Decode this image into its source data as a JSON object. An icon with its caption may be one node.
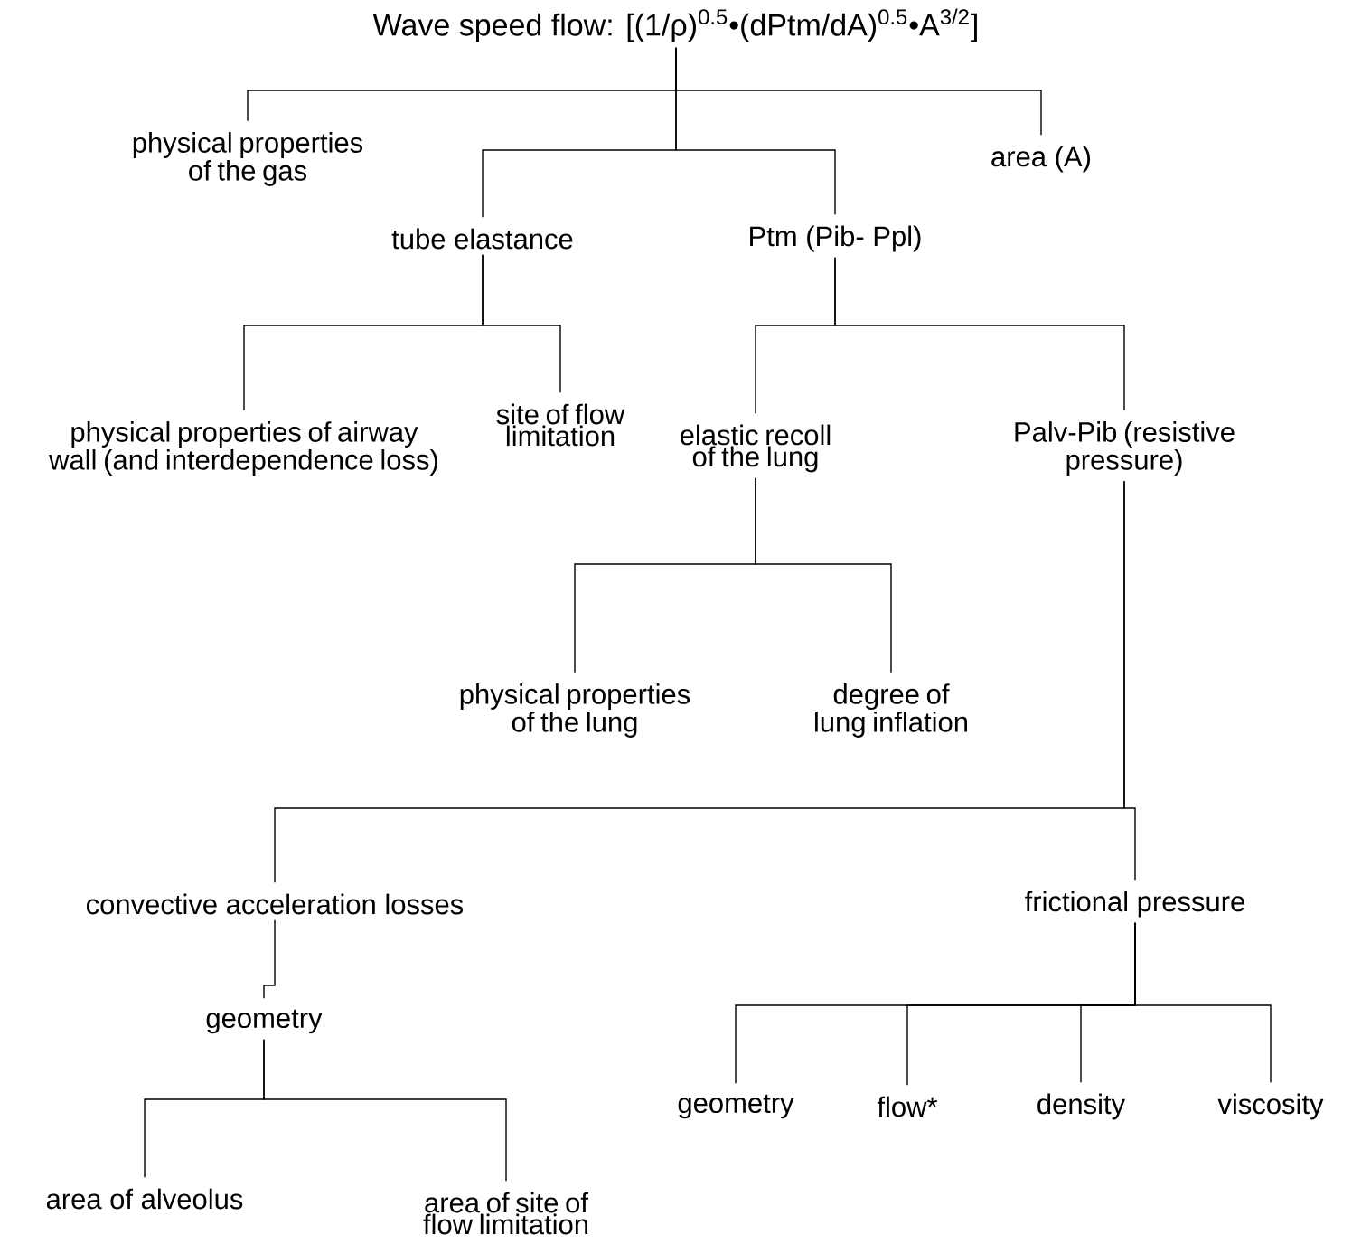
{
  "diagram": {
    "nodes": [
      {
        "text": [
          "Wave speed flow: [(1/ρ)$^{0.5}$•(dPtm/dA)$^{0.5}$•A$^{3/2}$]"
        ]
      },
      {
        "text": [
          "physical properties of the gas"
        ]
      },
      {
        "text": [
          "tube elastance"
        ]
      },
      {
        "text": [
          "Ptm (Pib- Ppl)"
        ]
      },
      {
        "text": [
          "area (A)"
        ]
      },
      {
        "text": [
          "physical properties of airway wall (and interdependence loss)"
        ]
      },
      {
        "text": [
          "site of flow limitation"
        ]
      },
      {
        "text": [
          "elastic recoll of the lung"
        ]
      },
      {
        "text": [
          "Palv-Pib (resistive pressure)"
        ]
      },
      {
        "text": [
          "physical properties of the lung"
        ]
      },
      {
        "text": [
          "degree of lung inflation"
        ]
      },
      {
        "text": [
          "convective acceleration losses"
        ]
      },
      {
        "text": [
          "frictional pressure"
        ]
      },
      {
        "text": [
          "geometry"
        ]
      },
      {
        "text": [
          "area of alveolus"
        ]
      },
      {
        "text": [
          "area of site of flow limitation"
        ]
      },
      {
        "text": [
          "geometry"
        ]
      },
      {
        "text": [
          "flow*"
        ]
      },
      {
        "text": [
          "density"
        ]
      },
      {
        "text": [
          "viscosity"
        ]
      }
    ],
    "edges": [
      {
        "from": 0,
        "to": 1,
        "arrow": "none"
      },
      {
        "from": 0,
        "to": 2,
        "arrow": "none"
      },
      {
        "from": 0,
        "to": 3,
        "arrow": "none"
      },
      {
        "from": 0,
        "to": 4,
        "arrow": "none"
      },
      {
        "from": 2,
        "to": 5,
        "arrow": "none"
      },
      {
        "from": 2,
        "to": 6,
        "arrow": "none"
      },
      {
        "from": 3,
        "to": 7,
        "arrow": "none"
      },
      {
        "from": 3,
        "to": 8,
        "arrow": "none"
      },
      {
        "from": 7,
        "to": 9,
        "arrow": "none"
      },
      {
        "from": 7,
        "to": 10,
        "arrow": "none"
      },
      {
        "from": 8,
        "to": 11,
        "arrow": "none"
      },
      {
        "from": 8,
        "to": 12,
        "arrow": "none"
      },
      {
        "from": 11,
        "to": 13,
        "arrow": "none"
      },
      {
        "from": 13,
        "to": 14,
        "arrow": "none"
      },
      {
        "from": 13,
        "to": 15,
        "arrow": "none"
      },
      {
        "from": 12,
        "to": 16,
        "arrow": "none"
      },
      {
        "from": 12,
        "to": 17,
        "arrow": "none"
      },
      {
        "from": 12,
        "to": 18,
        "arrow": "none"
      },
      {
        "from": 12,
        "to": 19,
        "arrow": "none"
      }
    ]
  }
}
